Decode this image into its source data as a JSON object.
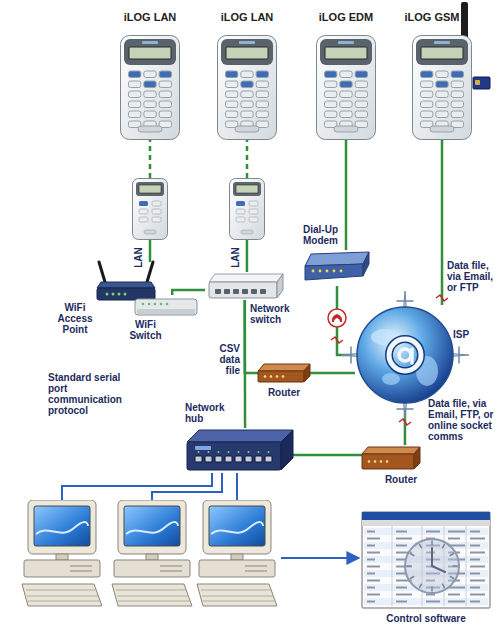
{
  "diagram": {
    "nodes": [
      {
        "text": [
          "iLOG LAN"
        ]
      },
      {
        "text": [
          "iLOG LAN"
        ]
      },
      {
        "text": [
          "iLOG EDM"
        ]
      },
      {
        "text": [
          "iLOG GSM"
        ]
      },
      {
        "text": [
          "WiFi Access Point"
        ]
      },
      {
        "text": [
          "WiFi Switch"
        ]
      },
      {
        "text": [
          "Network switch"
        ]
      },
      {
        "text": [
          "Dial-Up Modem"
        ]
      },
      {
        "text": [
          "ISP"
        ]
      },
      {
        "text": [
          "Router"
        ]
      },
      {
        "text": [
          "Network hub"
        ]
      },
      {
        "text": [
          "Router"
        ]
      },
      {
        "text": [
          "Control software"
        ]
      }
    ],
    "edges": [
      {
        "from": 0,
        "to": 4,
        "arrow": "none",
        "label": "LAN"
      },
      {
        "from": 1,
        "to": 6,
        "arrow": "none",
        "label": "LAN"
      },
      {
        "from": 5,
        "to": 6,
        "arrow": "none"
      },
      {
        "from": 2,
        "to": 7,
        "arrow": "none"
      },
      {
        "from": 7,
        "to": 8,
        "arrow": "none"
      },
      {
        "from": 3,
        "to": 8,
        "arrow": "none",
        "label": "Data file, via Email, or FTP"
      },
      {
        "from": 6,
        "to": 10,
        "arrow": "none",
        "label": "CSV data file"
      },
      {
        "from": 6,
        "to": 9,
        "arrow": "none"
      },
      {
        "from": 9,
        "to": 8,
        "arrow": "none"
      },
      {
        "from": 10,
        "to": 11,
        "arrow": "none"
      },
      {
        "from": 11,
        "to": 8,
        "arrow": "none",
        "label": "Data file, via Email, FTP, or online socket comms"
      }
    ],
    "labels": [
      "Standard serial port communication protocol"
    ]
  }
}
